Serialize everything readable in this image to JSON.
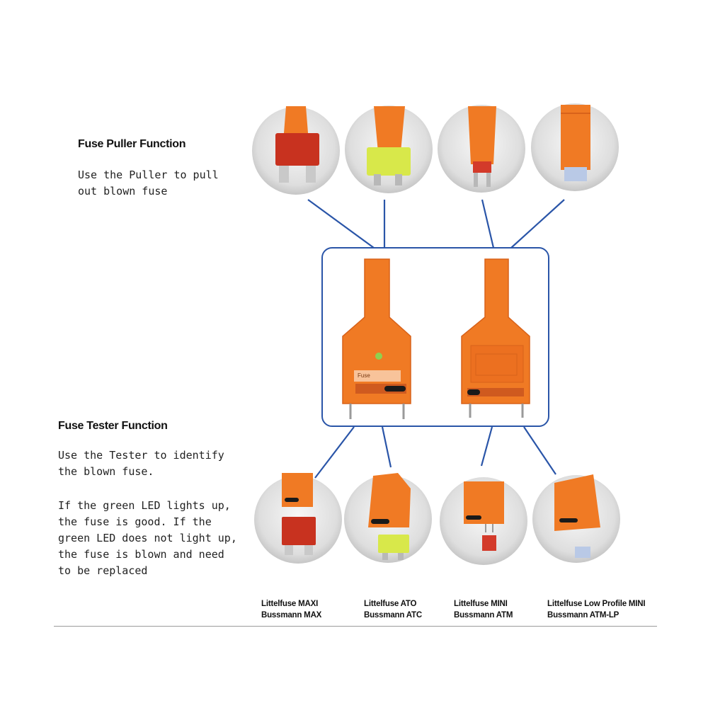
{
  "puller": {
    "heading": "Fuse Puller Function",
    "text": "Use the Puller to pull\nout blown fuse"
  },
  "tester": {
    "heading": "Fuse Tester Function",
    "text1": "Use the Tester to identify\nthe blown fuse.",
    "text2": "If the green LED lights up,\nthe fuse is good.  If the\ngreen LED does not light up,\nthe fuse is blown and need\nto be replaced"
  },
  "tool_label": "Fuse",
  "fuse_types": [
    {
      "line1": "Littelfuse MAXI",
      "line2": "Bussmann MAX",
      "color": "#c8321f"
    },
    {
      "line1": "Littelfuse ATO",
      "line2": "Bussmann ATC",
      "color": "#d8e84a"
    },
    {
      "line1": "Littelfuse MINI",
      "line2": "Bussmann ATM",
      "color": "#d33a2a"
    },
    {
      "line1": "Littelfuse Low Profile MINI",
      "line2": "Bussmann ATM-LP",
      "color": "#b9c9e6"
    }
  ],
  "colors": {
    "tool_orange": "#f07a24",
    "tool_orange_dark": "#d8621a",
    "connector_blue": "#2a55a8",
    "led_green": "#8fd14f"
  }
}
